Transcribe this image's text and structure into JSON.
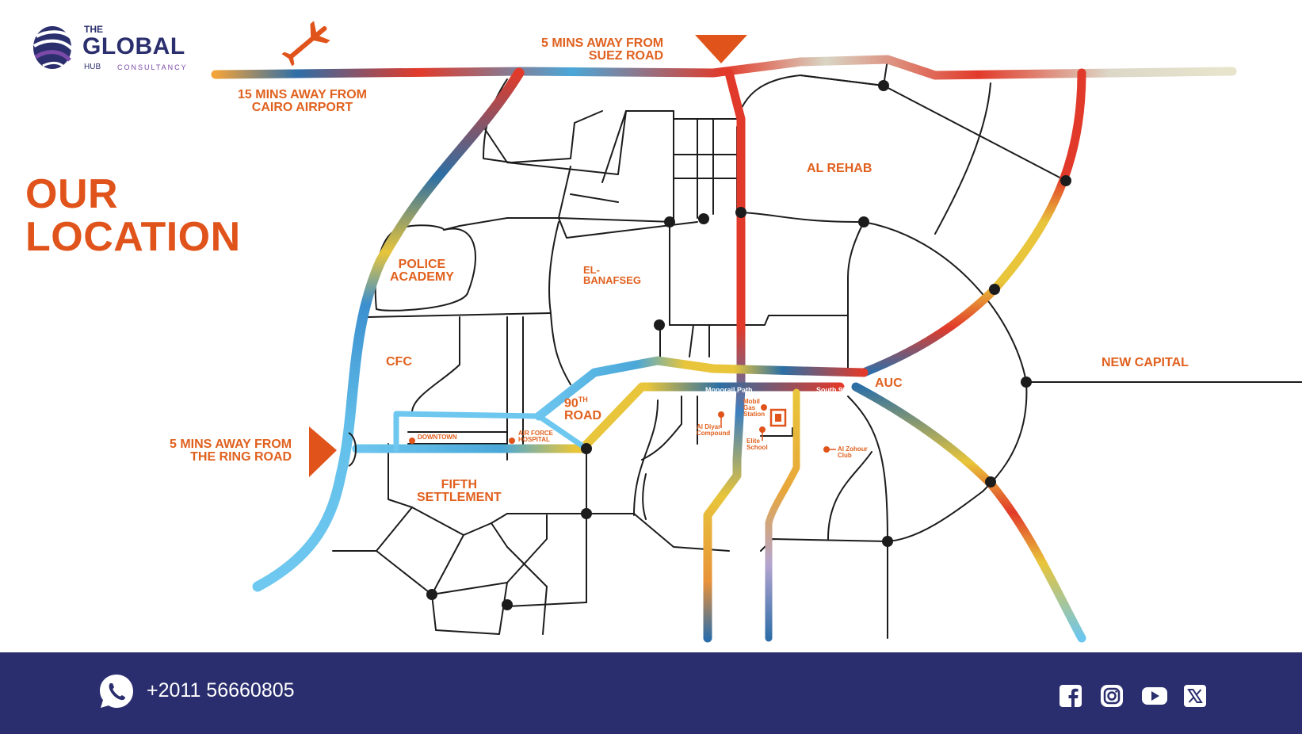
{
  "brand": {
    "the": "THE",
    "global": "GLOBAL",
    "hub": "HUB",
    "consultancy": "CONSULTANCY",
    "icon": "globe-logo-icon"
  },
  "heading": {
    "line1": "OUR",
    "line2": "LOCATION"
  },
  "callouts": {
    "airport_line1": "15 MINS AWAY FROM",
    "airport_line2": "CAIRO AIRPORT",
    "suez_line1": "5 MINS AWAY FROM",
    "suez_line2": "SUEZ ROAD",
    "ring_line1": "5 MINS AWAY FROM",
    "ring_line2": "THE RING ROAD"
  },
  "areas": {
    "al_rehab": "AL REHAB",
    "police_line1": "POLICE",
    "police_line2": "ACADEMY",
    "banafseg_line1": "EL-",
    "banafseg_line2": "BANAFSEG",
    "cfc": "CFC",
    "road90_line1": "90",
    "road90_sup": "TH",
    "road90_line2": "ROAD",
    "fifth_line1": "FIFTH",
    "fifth_line2": "SETTLEMENT",
    "auc": "AUC",
    "new_capital": "NEW CAPITAL"
  },
  "pois": {
    "downtown": "DOWNTOWN",
    "air_force_line1": "AIR FORCE",
    "air_force_line2": "HOSPITAL",
    "al_diyar_line1": "Al Diyar",
    "al_diyar_line2": "Compound",
    "mobil_line1": "Mobil",
    "mobil_line2": "Gas",
    "mobil_line3": "Station",
    "elite_line1": "Elite",
    "elite_line2": "School",
    "zohour_line1": "Al Zohour",
    "zohour_line2": "Club"
  },
  "road_labels": {
    "monorail": "Monorail Path",
    "south90": "South 90"
  },
  "footer": {
    "phone": "+2011 56660805",
    "phone_icon": "whatsapp-icon",
    "social": [
      "facebook-icon",
      "instagram-icon",
      "youtube-icon",
      "x-icon"
    ]
  },
  "colors": {
    "accent": "#e0531a",
    "navy": "#2a2e6e",
    "road": "#1c1c1c"
  }
}
